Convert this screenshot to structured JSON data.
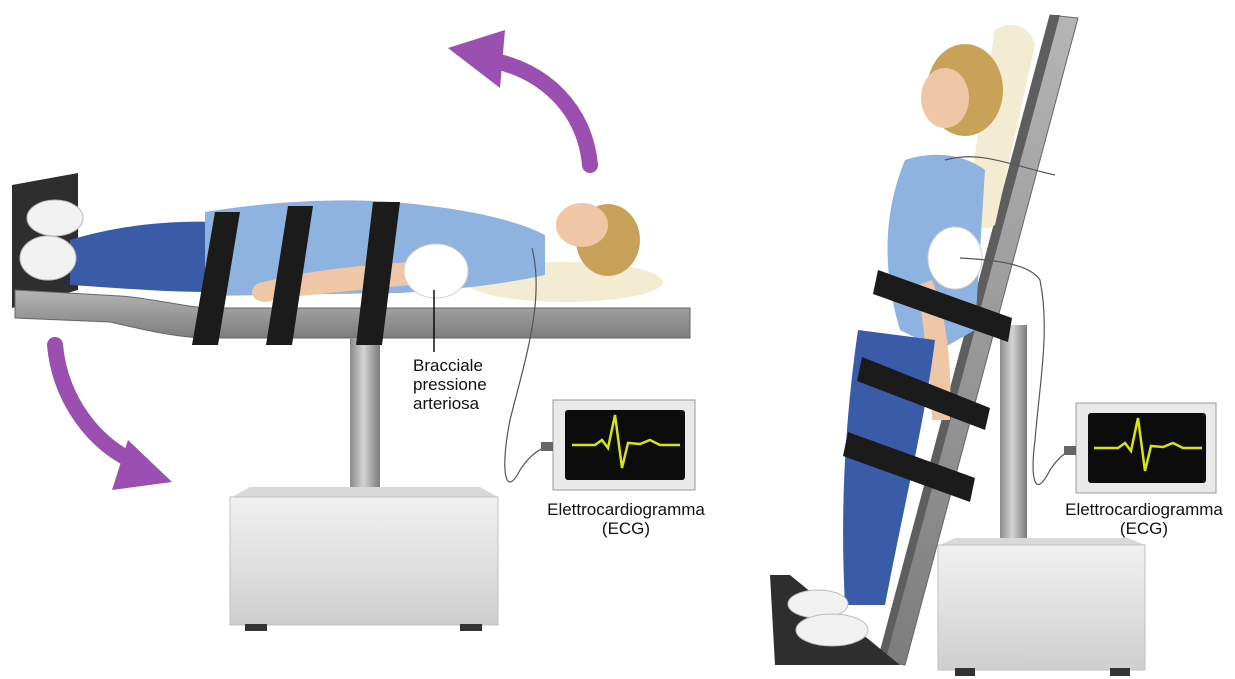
{
  "labels": {
    "cuff_line1": "Bracciale",
    "cuff_line2": "pressione",
    "cuff_line3": "arteriosa",
    "ecg_left_line1": "Elettrocardiogramma",
    "ecg_left_line2": "(ECG)",
    "ecg_right_line1": "Elettrocardiogramma",
    "ecg_right_line2": "(ECG)"
  },
  "colors": {
    "arrow": "#9b4fb0",
    "scrubs_top": "#8fb3e0",
    "scrubs_pants": "#3a5ca8",
    "strap": "#1b1b1b",
    "table_top": "#9a9a9a",
    "pole": "#a9a9a9",
    "base": "#e2e2e2",
    "monitor_screen": "#0c0c0c",
    "ecg_trace": "#d6e21a",
    "pillow": "#f3ecd2",
    "hair": "#c9a25a",
    "skin": "#f0c7a6",
    "shoes": "#f2f2f2",
    "cuff": "#ffffff"
  }
}
